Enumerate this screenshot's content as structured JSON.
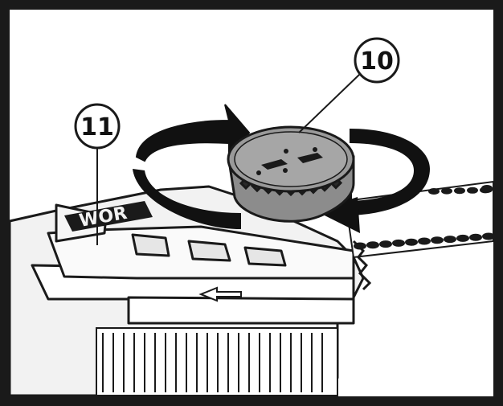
{
  "callouts": [
    {
      "id": "10",
      "label": "10"
    },
    {
      "id": "11",
      "label": "11"
    }
  ],
  "brand_mark": "WOR",
  "colors": {
    "frame": "#1a1a1a",
    "arrow": "#111111",
    "line": "#1a1a1a",
    "body_light": "#f2f2f2",
    "body_mid": "#d9d9d9",
    "knob": "#8c8c8c",
    "knob_top": "#9a9a9a"
  }
}
